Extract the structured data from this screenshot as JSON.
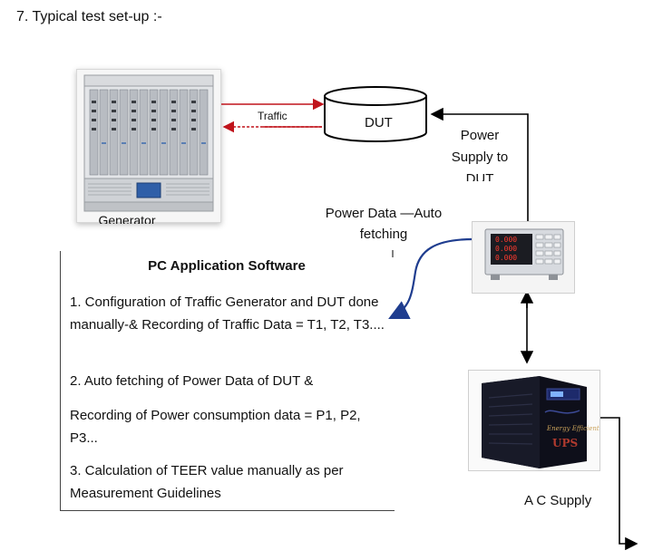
{
  "heading": "7.   Typical test set-up :-",
  "traffic_generator": {
    "caption": "Generator"
  },
  "traffic_label": "Traffic",
  "dut_label": "DUT",
  "power_supply_label": "Power Supply to DUT",
  "power_data_label": "Power Data —Auto fetching",
  "meter_display": [
    "0.000",
    "0.000",
    "0.000"
  ],
  "software": {
    "title": "PC Application Software",
    "item1": "1.  Configuration of Traffic Generator and DUT done manually-& Recording of Traffic Data = T1, T2, T3....",
    "item2a": "2.  Auto fetching of Power Data of DUT &",
    "item2b": "Recording of Power consumption data = P1, P2, P3...",
    "item3": "3. Calculation of TEER value manually as per Measurement Guidelines"
  },
  "ups_brand": "UPS",
  "ups_script": "Energy Efficient",
  "ac_supply_label": "A C Supply",
  "colors": {
    "traffic_arrow": "#c0141c",
    "wire": "#000000",
    "power_data_arrow": "#1f3d8f",
    "ups_body": "#0e0f1a"
  }
}
